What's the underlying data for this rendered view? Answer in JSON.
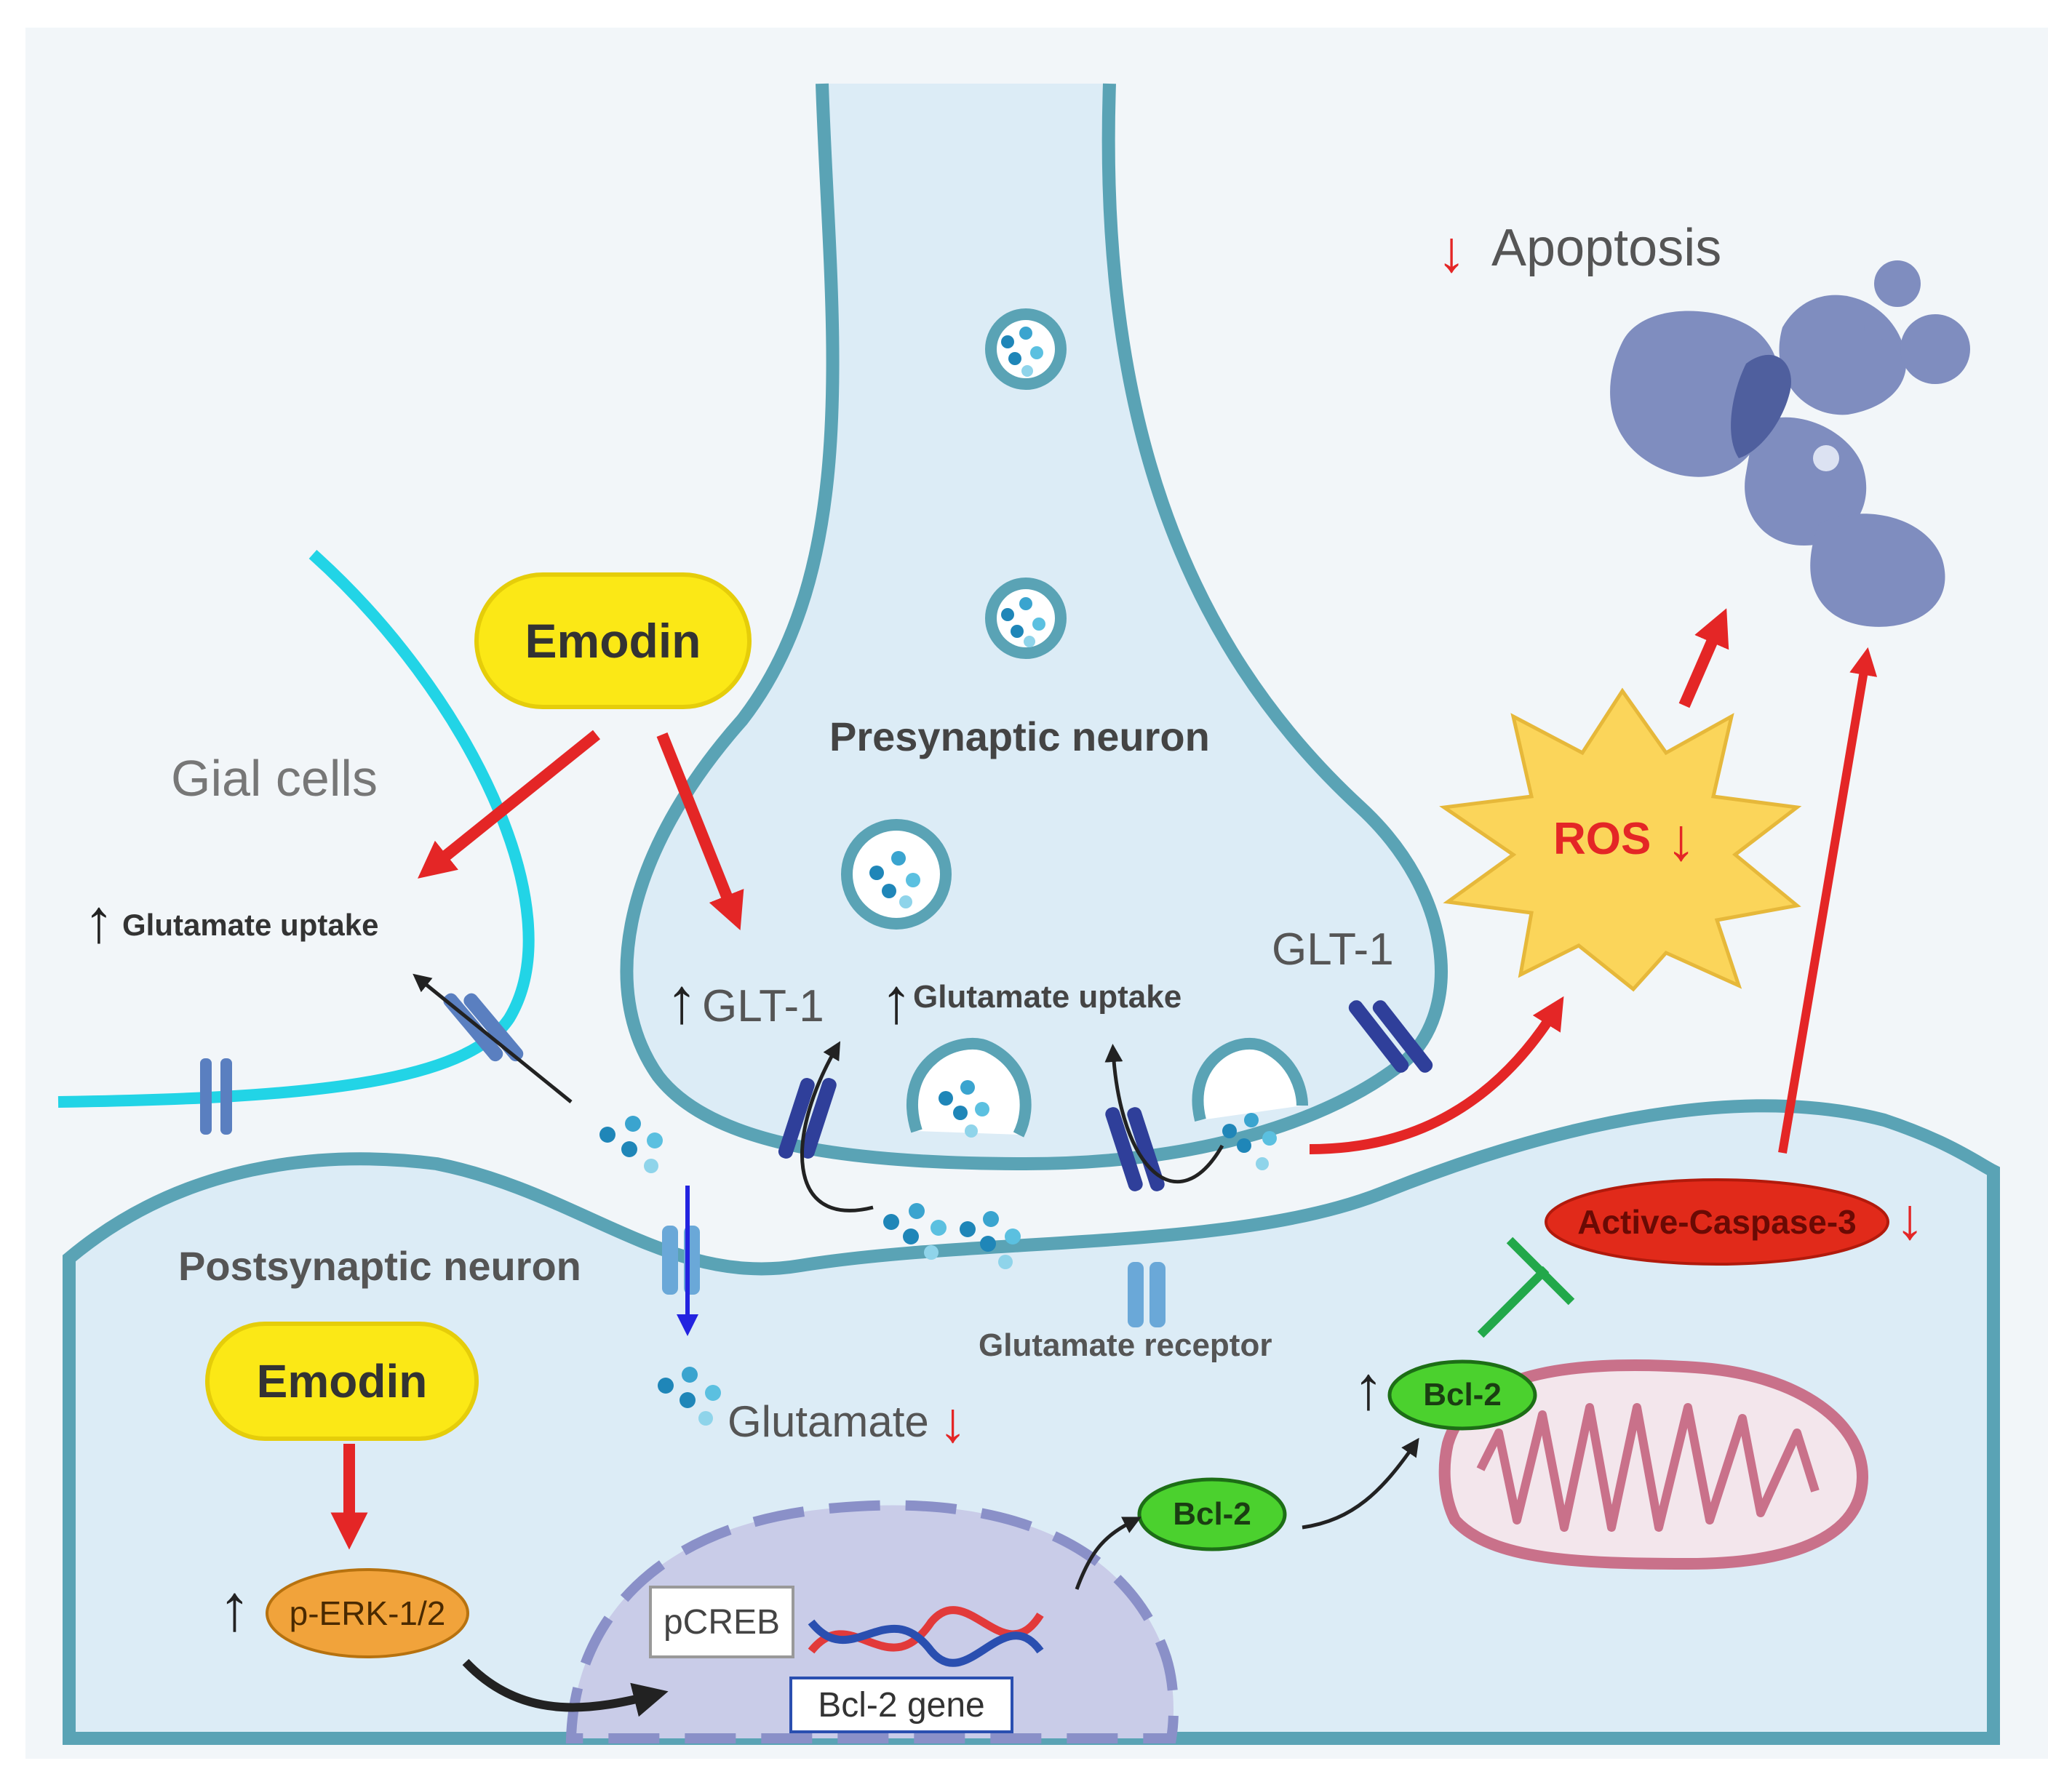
{
  "labels": {
    "apoptosis": "Apoptosis",
    "glial_cells": "Gial cells",
    "presynaptic": "Presynaptic neuron",
    "postsynaptic": "Postsynaptic neuron",
    "glut_uptake_left": "Glutamate uptake",
    "glut_uptake_mid": "Glutamate uptake",
    "glt1_left": "GLT-1",
    "glt1_right": "GLT-1",
    "ros": "ROS",
    "glutamate_receptor": "Glutamate receptor",
    "glutamate": "Glutamate",
    "active_caspase": "Active-Caspase-3",
    "bcl2_upper": "Bcl-2",
    "bcl2_lower": "Bcl-2",
    "perk": "p-ERK-1/2",
    "pcreb": "pCREB",
    "bcl2_gene": "Bcl-2 gene",
    "emodin_top": "Emodin",
    "emodin_bottom": "Emodin"
  },
  "symbols": {
    "up_arrow": "↑",
    "down_arrow": "↓"
  },
  "colors": {
    "membrane": "#5aa3b5",
    "cytoplasm": "#dcecf6",
    "glial_membrane": "#22d4e6",
    "emodin_fill": "#fbe816",
    "effect_arrow": "#e42626",
    "inhibit": "#22a84a",
    "bcl2_fill": "#4bd12e",
    "perk_fill": "#f1a33b",
    "caspase_fill": "#e12a1a",
    "ros_fill": "#fbd55a",
    "transporter": "#2f3f9a",
    "receptor": "#6aa8d8",
    "glutamate_dot": "#3aa4cf",
    "apoptotic_cell": "#7f8dbf",
    "mitochondria": "#c9718a",
    "nucleus": "#c9cce8"
  }
}
